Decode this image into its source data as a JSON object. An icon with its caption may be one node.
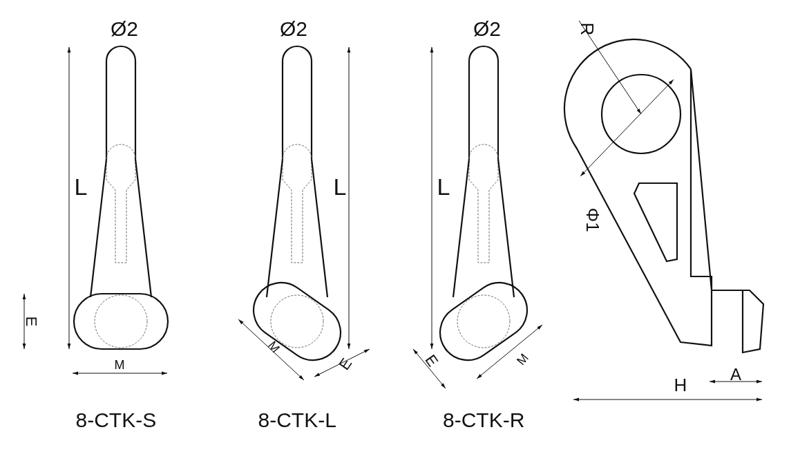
{
  "diagram": {
    "nodes": [
      {
        "text": [],
        "shape": "picture",
        "beside": [
          "8-CTK-S"
        ]
      },
      {
        "text": [],
        "shape": "picture",
        "beside": [
          "8-CTK-L"
        ]
      },
      {
        "text": [],
        "shape": "picture",
        "beside": [
          "8-CTK-R"
        ]
      },
      {
        "text": [],
        "shape": "picture"
      }
    ],
    "edges": [],
    "labels": [
      "Ø2",
      "Ø2",
      "Ø2",
      "R",
      "L",
      "L",
      "L",
      "Φ1",
      "E",
      "M",
      "M",
      "E",
      "E",
      "M",
      "H",
      "A"
    ]
  }
}
